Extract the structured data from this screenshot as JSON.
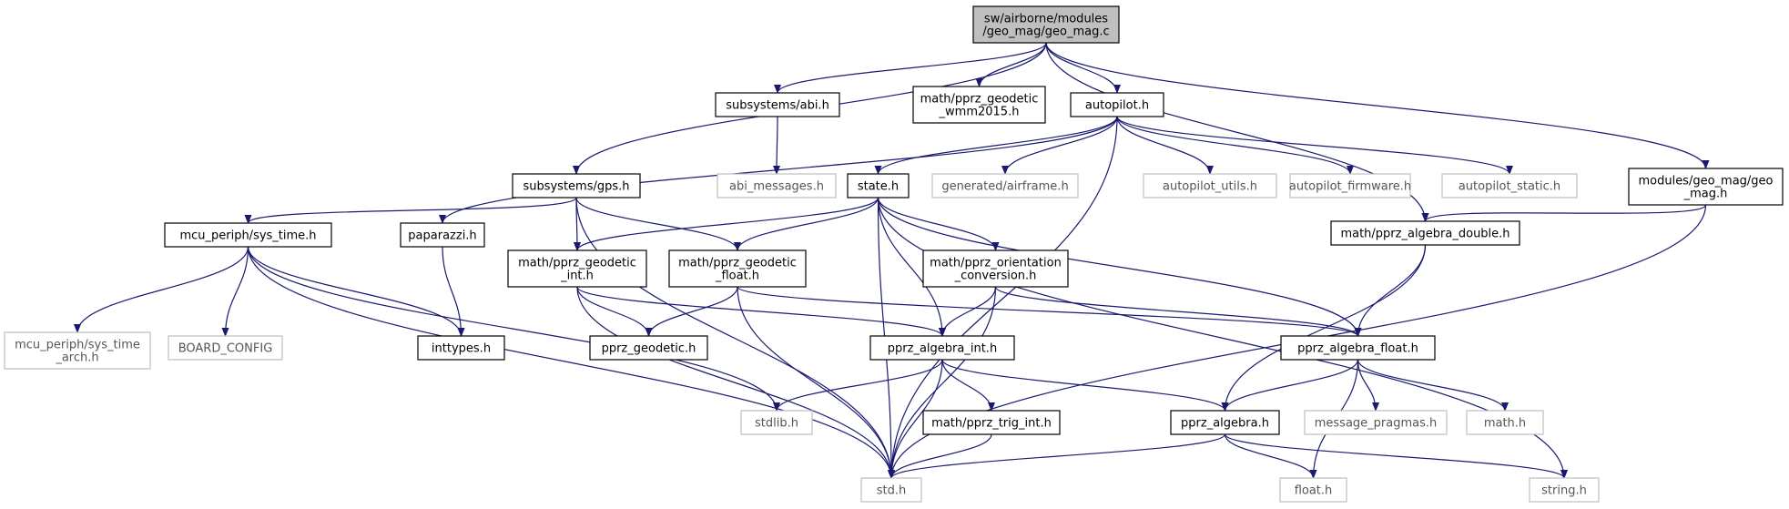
{
  "colors": {
    "edge": "#191970",
    "root_fill": "#bfbfbf",
    "node_fill": "#ffffff",
    "node_border": "#000000",
    "missing_border": "#bfbfbf",
    "missing_text": "#555555"
  },
  "nodes": [
    {
      "id": "root",
      "lines": [
        "sw/airborne/modules",
        "/geo_mag/geo_mag.c"
      ],
      "style": "root"
    },
    {
      "id": "abi",
      "lines": [
        "subsystems/abi.h"
      ],
      "style": "normal"
    },
    {
      "id": "wmm",
      "lines": [
        "math/pprz_geodetic",
        "_wmm2015.h"
      ],
      "style": "normal"
    },
    {
      "id": "autopilot",
      "lines": [
        "autopilot.h"
      ],
      "style": "normal"
    },
    {
      "id": "geo_mag_h",
      "lines": [
        "modules/geo_mag/geo",
        "_mag.h"
      ],
      "style": "normal"
    },
    {
      "id": "gps",
      "lines": [
        "subsystems/gps.h"
      ],
      "style": "normal"
    },
    {
      "id": "abi_messages",
      "lines": [
        "abi_messages.h"
      ],
      "style": "missing"
    },
    {
      "id": "state",
      "lines": [
        "state.h"
      ],
      "style": "normal"
    },
    {
      "id": "airframe",
      "lines": [
        "generated/airframe.h"
      ],
      "style": "missing"
    },
    {
      "id": "ap_utils",
      "lines": [
        "autopilot_utils.h"
      ],
      "style": "missing"
    },
    {
      "id": "ap_firmware",
      "lines": [
        "autopilot_firmware.h"
      ],
      "style": "missing"
    },
    {
      "id": "ap_static",
      "lines": [
        "autopilot_static.h"
      ],
      "style": "missing"
    },
    {
      "id": "sys_time",
      "lines": [
        "mcu_periph/sys_time.h"
      ],
      "style": "normal"
    },
    {
      "id": "paparazzi",
      "lines": [
        "paparazzi.h"
      ],
      "style": "normal"
    },
    {
      "id": "geod_int",
      "lines": [
        "math/pprz_geodetic",
        "_int.h"
      ],
      "style": "normal"
    },
    {
      "id": "geod_float",
      "lines": [
        "math/pprz_geodetic",
        "_float.h"
      ],
      "style": "normal"
    },
    {
      "id": "orient",
      "lines": [
        "math/pprz_orientation",
        "_conversion.h"
      ],
      "style": "normal"
    },
    {
      "id": "alg_double",
      "lines": [
        "math/pprz_algebra_double.h"
      ],
      "style": "normal"
    },
    {
      "id": "sys_time_arch",
      "lines": [
        "mcu_periph/sys_time",
        "_arch.h"
      ],
      "style": "missing"
    },
    {
      "id": "board_config",
      "lines": [
        "BOARD_CONFIG"
      ],
      "style": "missing"
    },
    {
      "id": "inttypes",
      "lines": [
        "inttypes.h"
      ],
      "style": "normal"
    },
    {
      "id": "geodetic",
      "lines": [
        "pprz_geodetic.h"
      ],
      "style": "normal"
    },
    {
      "id": "alg_int",
      "lines": [
        "pprz_algebra_int.h"
      ],
      "style": "normal"
    },
    {
      "id": "alg_float",
      "lines": [
        "pprz_algebra_float.h"
      ],
      "style": "normal"
    },
    {
      "id": "stdlib",
      "lines": [
        "stdlib.h"
      ],
      "style": "missing"
    },
    {
      "id": "trig_int",
      "lines": [
        "math/pprz_trig_int.h"
      ],
      "style": "normal"
    },
    {
      "id": "algebra",
      "lines": [
        "pprz_algebra.h"
      ],
      "style": "normal"
    },
    {
      "id": "msg_pragmas",
      "lines": [
        "message_pragmas.h"
      ],
      "style": "missing"
    },
    {
      "id": "math_h",
      "lines": [
        "math.h"
      ],
      "style": "missing"
    },
    {
      "id": "std",
      "lines": [
        "std.h"
      ],
      "style": "missing"
    },
    {
      "id": "float_h",
      "lines": [
        "float.h"
      ],
      "style": "missing"
    },
    {
      "id": "string_h",
      "lines": [
        "string.h"
      ],
      "style": "missing"
    }
  ],
  "edges": [
    [
      "root",
      "gps"
    ],
    [
      "root",
      "abi"
    ],
    [
      "root",
      "wmm"
    ],
    [
      "root",
      "autopilot"
    ],
    [
      "root",
      "alg_double"
    ],
    [
      "root",
      "geo_mag_h"
    ],
    [
      "abi",
      "abi_messages"
    ],
    [
      "autopilot",
      "paparazzi"
    ],
    [
      "autopilot",
      "state"
    ],
    [
      "autopilot",
      "airframe"
    ],
    [
      "autopilot",
      "ap_utils"
    ],
    [
      "autopilot",
      "ap_firmware"
    ],
    [
      "autopilot",
      "ap_static"
    ],
    [
      "autopilot",
      "std"
    ],
    [
      "geo_mag_h",
      "alg_double"
    ],
    [
      "geo_mag_h",
      "std"
    ],
    [
      "gps",
      "sys_time"
    ],
    [
      "gps",
      "geod_int"
    ],
    [
      "gps",
      "geod_float"
    ],
    [
      "gps",
      "std"
    ],
    [
      "state",
      "geod_int"
    ],
    [
      "state",
      "geod_float"
    ],
    [
      "state",
      "orient"
    ],
    [
      "state",
      "alg_int"
    ],
    [
      "state",
      "alg_float"
    ],
    [
      "state",
      "std"
    ],
    [
      "state",
      "string_h"
    ],
    [
      "sys_time",
      "sys_time_arch"
    ],
    [
      "sys_time",
      "board_config"
    ],
    [
      "sys_time",
      "inttypes"
    ],
    [
      "sys_time",
      "stdlib"
    ],
    [
      "sys_time",
      "std"
    ],
    [
      "paparazzi",
      "inttypes"
    ],
    [
      "geod_int",
      "geodetic"
    ],
    [
      "geod_int",
      "alg_int"
    ],
    [
      "geod_int",
      "std"
    ],
    [
      "geod_float",
      "geodetic"
    ],
    [
      "geod_float",
      "alg_float"
    ],
    [
      "geod_float",
      "std"
    ],
    [
      "orient",
      "alg_int"
    ],
    [
      "orient",
      "alg_float"
    ],
    [
      "orient",
      "std"
    ],
    [
      "alg_double",
      "alg_float"
    ],
    [
      "alg_double",
      "algebra"
    ],
    [
      "alg_int",
      "stdlib"
    ],
    [
      "alg_int",
      "trig_int"
    ],
    [
      "alg_int",
      "algebra"
    ],
    [
      "alg_int",
      "std"
    ],
    [
      "alg_float",
      "algebra"
    ],
    [
      "alg_float",
      "msg_pragmas"
    ],
    [
      "alg_float",
      "math_h"
    ],
    [
      "alg_float",
      "float_h"
    ],
    [
      "trig_int",
      "std"
    ],
    [
      "algebra",
      "std"
    ],
    [
      "algebra",
      "float_h"
    ],
    [
      "algebra",
      "string_h"
    ]
  ]
}
